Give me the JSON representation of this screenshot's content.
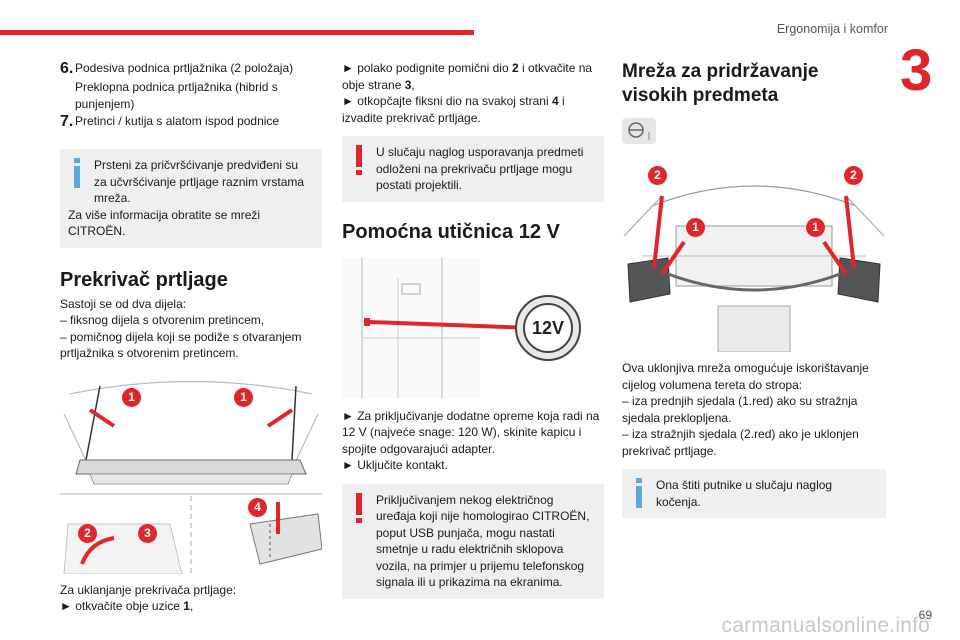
{
  "header": {
    "title": "Ergonomija i komfor",
    "chapter": "3",
    "page": "69",
    "watermark": "carmanualsonline.info"
  },
  "col1": {
    "items": [
      {
        "num": "6.",
        "text": "Podesiva podnica prtljažnika (2 položaja)"
      },
      {
        "num": "",
        "text": "Preklopna podnica prtljažnika (hibrid s punjenjem)"
      },
      {
        "num": "7.",
        "text": "Pretinci / kutija s alatom ispod podnice"
      }
    ],
    "info_box": {
      "line1": "Prsteni za pričvršćivanje predviđeni su za učvršćivanje prtljage raznim vrstama mreža.",
      "line2": "Za više informacija obratite se mreži CITROËN."
    },
    "section_title": "Prekrivač prtljage",
    "intro": "Sastoji se od dva dijela:",
    "dash1": "– fiksnog dijela s otvorenim pretincem,",
    "dash2": "– pomičnog dijela koji se podiže s otvaranjem prtljažnika s otvorenim pretincem.",
    "remove_title": "Za uklanjanje prekrivača prtljage:",
    "step1_pre": "► otkvačite obje uzice ",
    "step1_num": "1",
    "step1_post": ",",
    "fig_badges": [
      "1",
      "1",
      "2",
      "3",
      "4"
    ]
  },
  "col2": {
    "step2_pre": "► polako podignite pomični dio ",
    "step2_num": "2",
    "step2_mid": " i otkvačite na obje strane ",
    "step2_num2": "3",
    "step2_post": ",",
    "step3_pre": "► otkopčajte fiksni dio na svakoj strani ",
    "step3_num": "4",
    "step3_post": " i izvadite prekrivač prtljage.",
    "warn1": "U slučaju naglog usporavanja predmeti odloženi na prekrivaču prtljage mogu postati projektili.",
    "section_title": "Pomoćna utičnica 12 V",
    "socket_label": "12V",
    "p1": "► Za priključivanje dodatne opreme koja radi na 12 V (najveće snage: 120 W), skinite kapicu i spojite odgovarajući adapter.",
    "p2": "► Uključite kontakt.",
    "warn2": "Priključivanjem nekog električnog uređaja koji nije homologirao CITROËN, poput USB punjača, mogu nastati smetnje u radu električnih sklopova vozila, na primjer u prijemu telefonskog signala ili u prikazima na ekranima."
  },
  "col3": {
    "section_title_l1": "Mreža za pridržavanje",
    "section_title_l2": "visokih predmeta",
    "fig_badges": [
      "2",
      "2",
      "1",
      "1"
    ],
    "p1": "Ova uklonjiva mreža omogućuje iskorištavanje cijelog volumena tereta do stropa:",
    "dash1": "– iza prednjih sjedala (1.red) ako su stražnja sjedala preklopljena.",
    "dash2": "– iza stražnjih sjedala (2.red) ako je uklonjen prekrivač prtljage.",
    "info": "Ona štiti putnike u slučaju naglog kočenja."
  },
  "colors": {
    "accent": "#e0262b",
    "info_blue": "#5aa9d8",
    "box_bg": "#efefef"
  }
}
